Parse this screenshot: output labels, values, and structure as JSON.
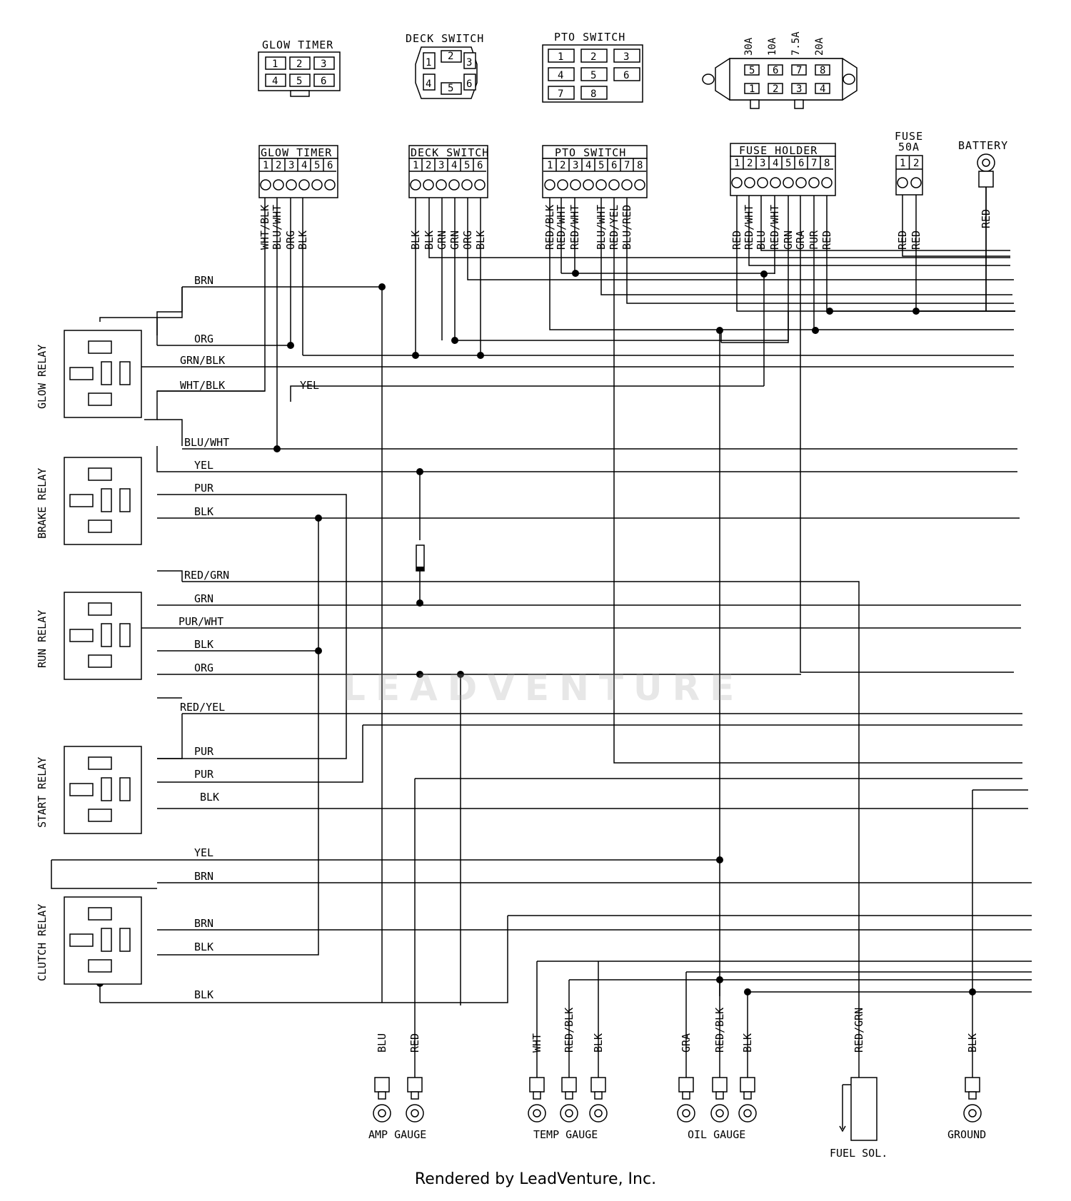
{
  "connectors_top": {
    "glow_timer": {
      "title": "GLOW TIMER",
      "pins": [
        "1",
        "2",
        "3",
        "4",
        "5",
        "6"
      ]
    },
    "deck_switch": {
      "title": "DECK SWITCH",
      "pins": [
        "1",
        "2",
        "3",
        "4",
        "5",
        "6"
      ]
    },
    "pto_switch": {
      "title": "PTO SWITCH",
      "pins": [
        "1",
        "2",
        "3",
        "4",
        "5",
        "6",
        "7",
        "8"
      ]
    },
    "fuse_block": {
      "ratings": [
        "30A",
        "10A",
        "7.5A",
        "20A"
      ],
      "top_pins": [
        "5",
        "6",
        "7",
        "8"
      ],
      "bottom_pins": [
        "1",
        "2",
        "3",
        "4"
      ]
    }
  },
  "headers": {
    "glow_timer": {
      "title": "GLOW TIMER",
      "pins": [
        "1",
        "2",
        "3",
        "4",
        "5",
        "6"
      ],
      "wires": [
        "WHT/BLK",
        "BLU/WHT",
        "ORG",
        "BLK"
      ]
    },
    "deck_switch": {
      "title": "DECK SWITCH",
      "pins": [
        "1",
        "2",
        "3",
        "4",
        "5",
        "6"
      ],
      "wires": [
        "BLK",
        "BLK",
        "GRN",
        "GRN",
        "ORG",
        "BLK"
      ]
    },
    "pto_switch": {
      "title": "PTO SWITCH",
      "pins": [
        "1",
        "2",
        "3",
        "4",
        "5",
        "6",
        "7",
        "8"
      ],
      "wires": [
        "RED/BLK",
        "RED/WHT",
        "RED/WHT",
        "BLU/WHT",
        "RED/YEL",
        "BLU/RED"
      ]
    },
    "fuse_holder": {
      "title": "FUSE HOLDER",
      "pins": [
        "1",
        "2",
        "3",
        "4",
        "5",
        "6",
        "7",
        "8"
      ],
      "wires": [
        "RED",
        "RED/WHT",
        "BLU",
        "RED/WHT",
        "GRN",
        "GRA",
        "PUR",
        "RED"
      ]
    },
    "fuse_50a": {
      "title": "FUSE",
      "rating": "50A",
      "pins": [
        "1",
        "2"
      ],
      "wires": [
        "RED",
        "RED"
      ]
    },
    "battery": {
      "title": "BATTERY",
      "wires": [
        "RED"
      ]
    }
  },
  "relays": [
    {
      "name": "GLOW RELAY",
      "wires": [
        "BRN",
        "ORG",
        "GRN/BLK",
        "WHT/BLK",
        "YEL"
      ]
    },
    {
      "name": "BRAKE RELAY",
      "wires": [
        "BLU/WHT",
        "YEL",
        "PUR",
        "BLK"
      ]
    },
    {
      "name": "RUN RELAY",
      "wires": [
        "RED/GRN",
        "GRN",
        "PUR/WHT",
        "BLK",
        "ORG"
      ]
    },
    {
      "name": "START RELAY",
      "wires": [
        "RED/YEL",
        "PUR",
        "PUR",
        "BLK"
      ]
    },
    {
      "name": "CLUTCH RELAY",
      "wires": [
        "YEL",
        "BRN",
        "BRN",
        "BLK",
        "BLK"
      ]
    }
  ],
  "terminals": [
    {
      "label": "AMP GAUGE",
      "wires": [
        "BLU",
        "RED"
      ]
    },
    {
      "label": "TEMP GAUGE",
      "wires": [
        "WHT",
        "RED/BLK",
        "BLK"
      ]
    },
    {
      "label": "OIL GAUGE",
      "wires": [
        "GRA",
        "RED/BLK",
        "BLK"
      ]
    },
    {
      "label": "FUEL SOL.",
      "wires": [
        "RED/GRN"
      ]
    },
    {
      "label": "GROUND",
      "wires": [
        "BLK"
      ]
    }
  ],
  "watermark": "LEADVENTURE",
  "caption": "Rendered by LeadVenture, Inc."
}
